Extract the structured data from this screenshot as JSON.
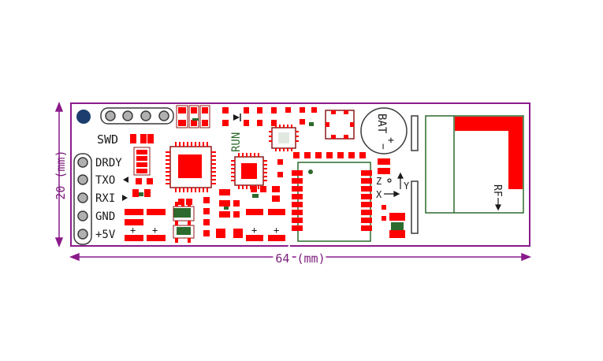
{
  "colors": {
    "outline": "#8b1a8b",
    "pad": "#ff0000",
    "silkscreen": "#1a1a1a",
    "component_outline": "#8b1a1a",
    "via": "#1c3d6e",
    "header_pin": "#b0b0b0",
    "bat_outline": "#3a3a3a",
    "dimension": "#8b1a8b",
    "rf_box": "#2d6a2d",
    "background": "#ffffff"
  },
  "dimensions": {
    "width": "64 (mm)",
    "height": "20 (mm)"
  },
  "header_labels": {
    "swd": "SWD",
    "drdy": "DRDY",
    "txo": "TXO",
    "rxi": "RXI",
    "gnd": "GND",
    "v5": "+5V",
    "run": "RUN"
  },
  "battery": {
    "label": "BAT",
    "minus": "−",
    "plus": "+"
  },
  "axes": {
    "z": "Z",
    "y": "Y",
    "x": "X"
  },
  "rf": {
    "label": "RF"
  },
  "polarity": {
    "plus": "+"
  },
  "icons": {
    "arrow": "triangle-arrow-icon",
    "pin": "header-pin-icon",
    "mount": "mounting-hole-icon"
  }
}
